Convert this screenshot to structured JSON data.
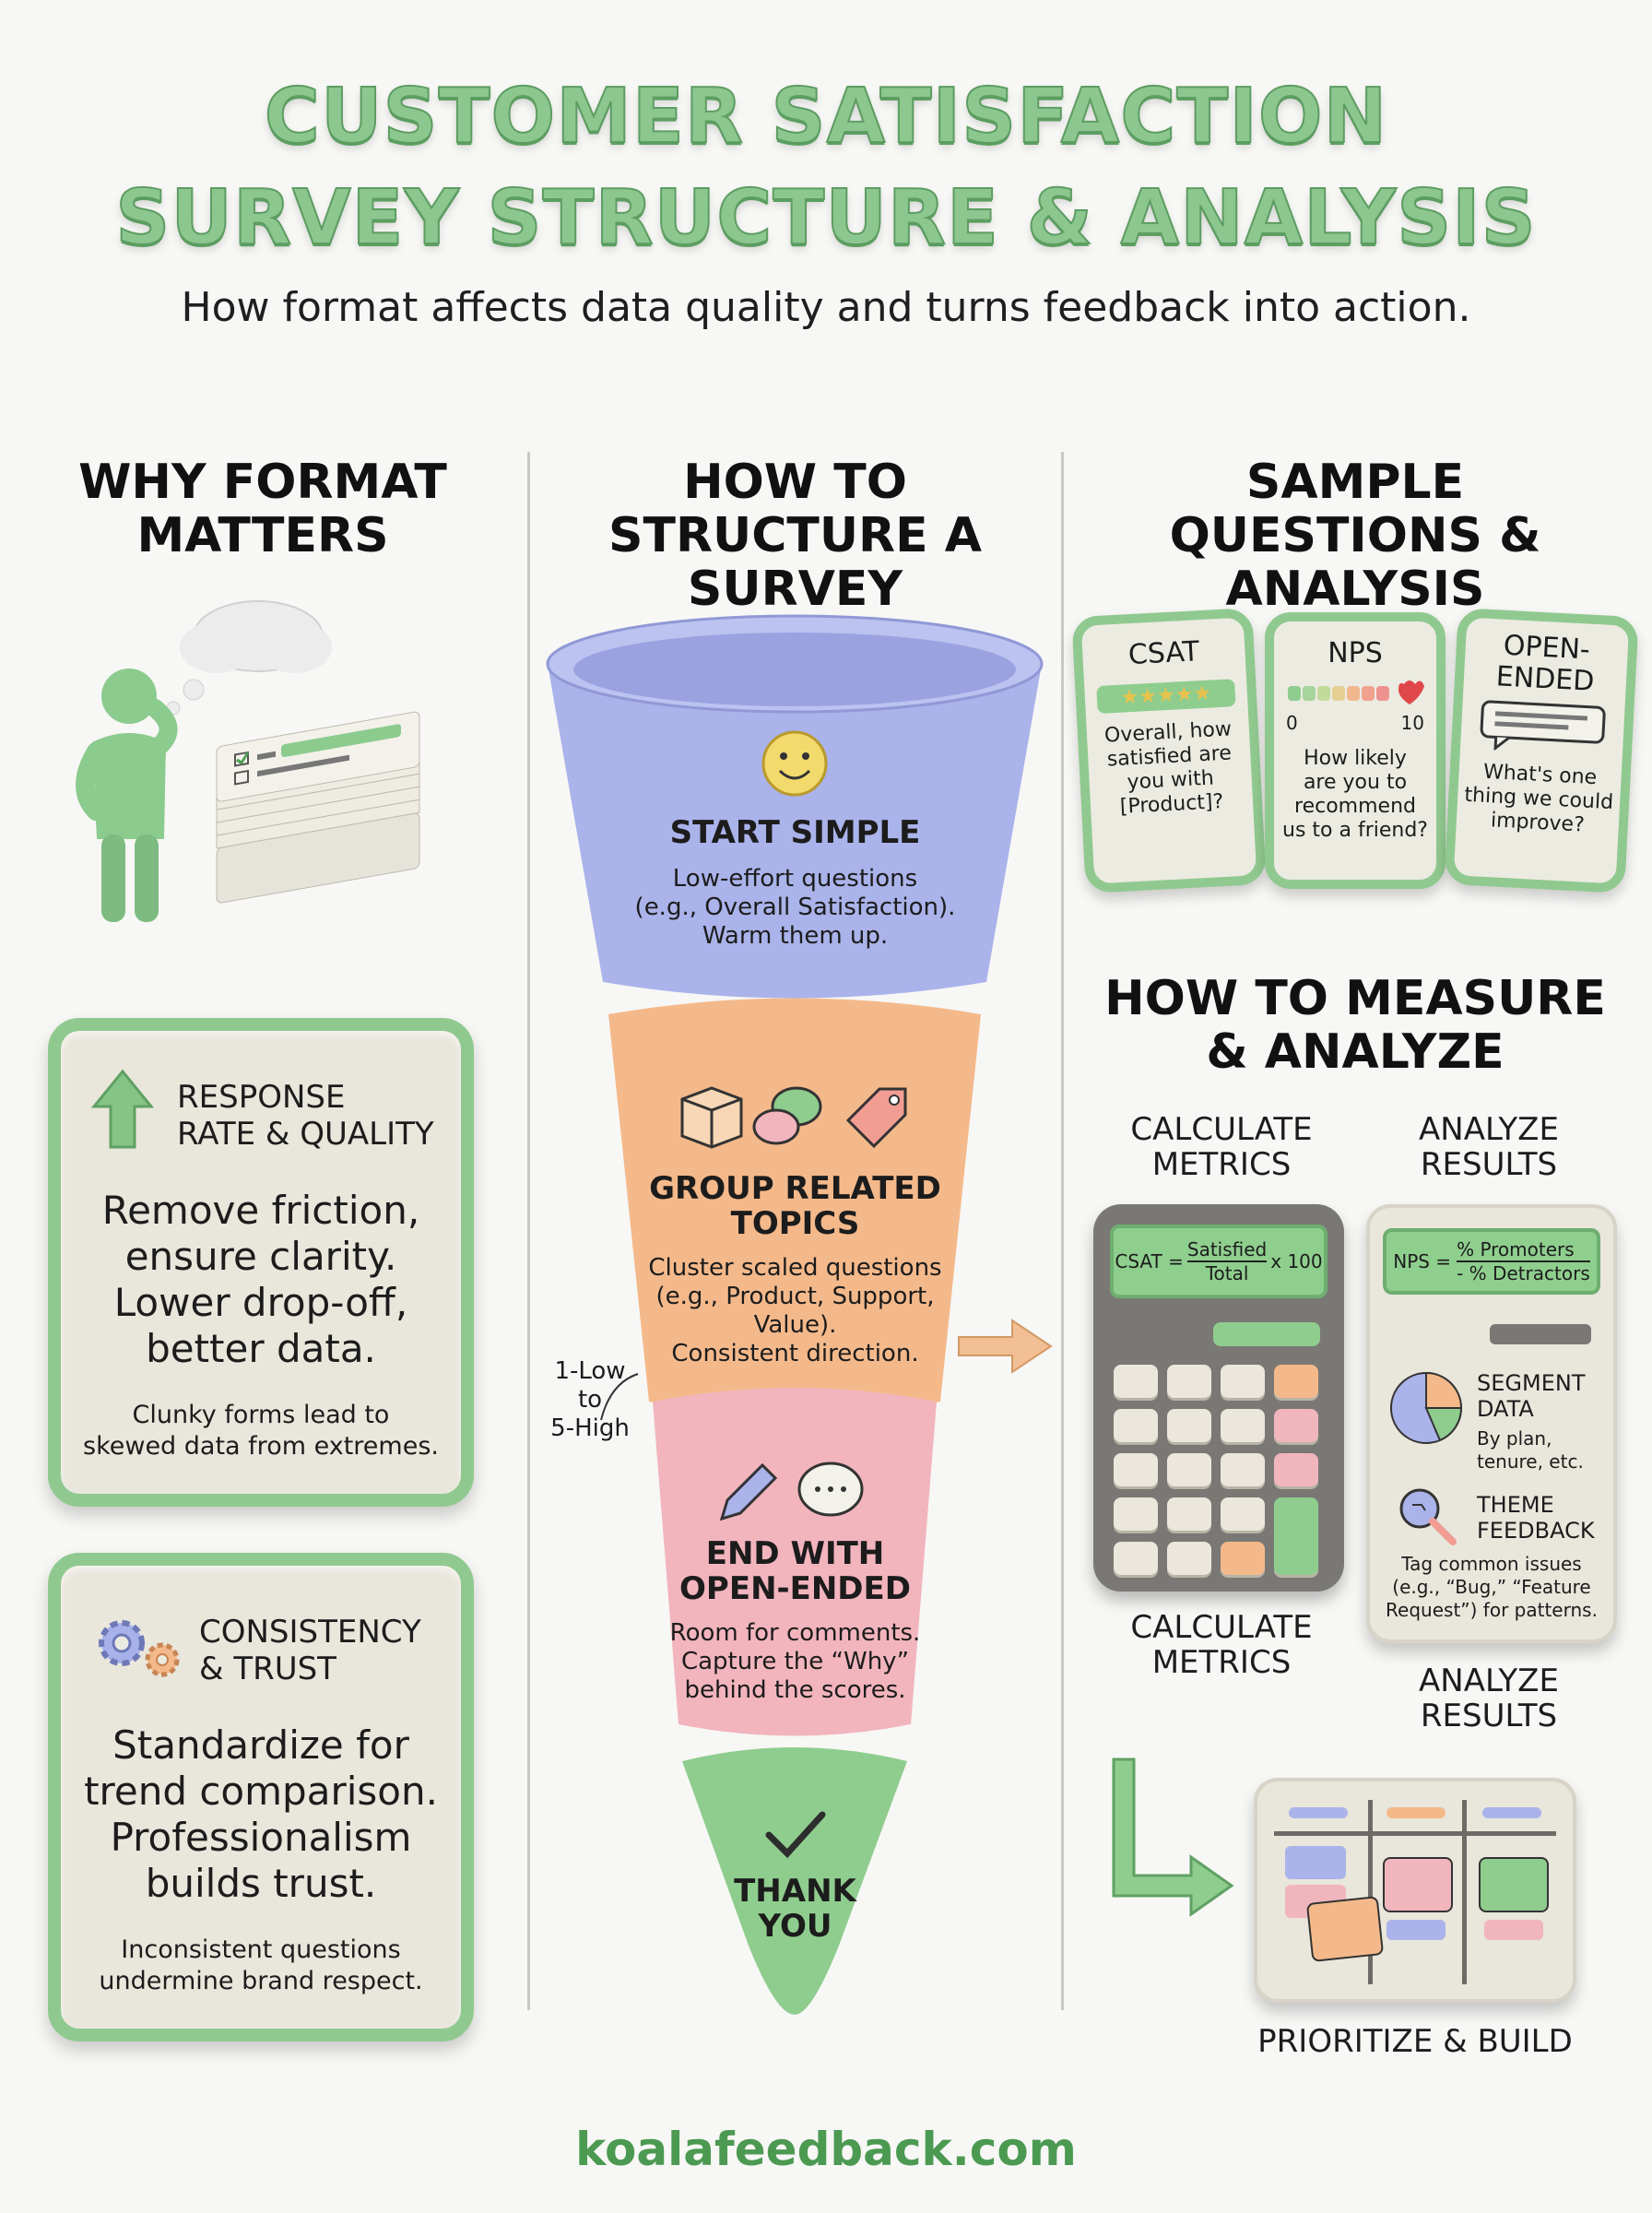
{
  "header": {
    "title_line1": "CUSTOMER SATISFACTION",
    "title_line2": "SURVEY STRUCTURE & ANALYSIS",
    "subtitle": "How format affects data quality and turns feedback into action."
  },
  "columns": {
    "left": "WHY FORMAT MATTERS",
    "middle": "HOW TO STRUCTURE A SURVEY",
    "right": "SAMPLE QUESTIONS & ANALYSIS"
  },
  "left": {
    "card1": {
      "heading_line1": "RESPONSE",
      "heading_line2": "RATE & QUALITY",
      "body": [
        "Remove friction,",
        "ensure clarity.",
        "Lower drop-off,",
        "better data."
      ],
      "foot": [
        "Clunky forms lead to",
        "skewed data from extremes."
      ]
    },
    "card2": {
      "heading_line1": "CONSISTENCY",
      "heading_line2": "& TRUST",
      "body": [
        "Standardize for",
        "trend comparison.",
        "Professionalism",
        "builds trust."
      ],
      "foot": [
        "Inconsistent questions",
        "undermine brand respect."
      ]
    }
  },
  "funnel": {
    "s1": {
      "title": "START SIMPLE",
      "body": [
        "Low-effort questions",
        "(e.g., Overall Satisfaction).",
        "Warm them up."
      ]
    },
    "s2": {
      "title": [
        "GROUP RELATED",
        "TOPICS"
      ],
      "body": [
        "Cluster scaled questions",
        "(e.g., Product, Support,",
        "Value).",
        "Consistent direction."
      ]
    },
    "s3": {
      "title": [
        "END WITH",
        "OPEN-ENDED"
      ],
      "body": [
        "Room for comments.",
        "Capture the “Why”",
        "behind the scores."
      ]
    },
    "s4": {
      "title": [
        "THANK",
        "YOU"
      ]
    },
    "scale_note": [
      "1-Low",
      "to",
      "5-High"
    ]
  },
  "samples": {
    "csat": {
      "title": "CSAT",
      "question": [
        "Overall, how",
        "satisfied are",
        "you with",
        "[Product]?"
      ]
    },
    "nps": {
      "title": "NPS",
      "low": "0",
      "high": "10",
      "question": [
        "How likely",
        "are you to",
        "recommend",
        "us to a friend?"
      ]
    },
    "open": {
      "title": [
        "OPEN-",
        "ENDED"
      ],
      "question": [
        "What's one",
        "thing we could",
        "improve?"
      ]
    }
  },
  "measure": {
    "heading": [
      "HOW TO MEASURE",
      "& ANALYZE"
    ],
    "calc_label_top": [
      "CALCULATE",
      "METRICS"
    ],
    "analyze_label_top": [
      "ANALYZE",
      "RESULTS"
    ],
    "csat_formula": {
      "lhs": "CSAT =",
      "num": "Satisfied",
      "den": "Total",
      "rhs": "x 100"
    },
    "nps_formula": {
      "lhs": "NPS =",
      "line1": "% Promoters",
      "line2": "- % Detractors"
    },
    "segment": {
      "title": [
        "SEGMENT",
        "DATA"
      ],
      "body": [
        "By plan,",
        "tenure, etc."
      ]
    },
    "theme": {
      "title": [
        "THEME",
        "FEEDBACK"
      ],
      "body": [
        "Tag common issues",
        "(e.g., “Bug,” “Feature",
        "Request”) for patterns."
      ]
    },
    "calc_label_bottom": [
      "CALCULATE",
      "METRICS"
    ],
    "analyze_label_bottom": [
      "ANALYZE",
      "RESULTS"
    ],
    "prioritize": "PRIORITIZE & BUILD"
  },
  "footer": {
    "site": "koalafeedback.com"
  },
  "colors": {
    "green": "#90c98f",
    "blue": "#aab3ea",
    "orange": "#f3b98a",
    "pink": "#f1b6bd",
    "cream": "#e9e6dc"
  }
}
